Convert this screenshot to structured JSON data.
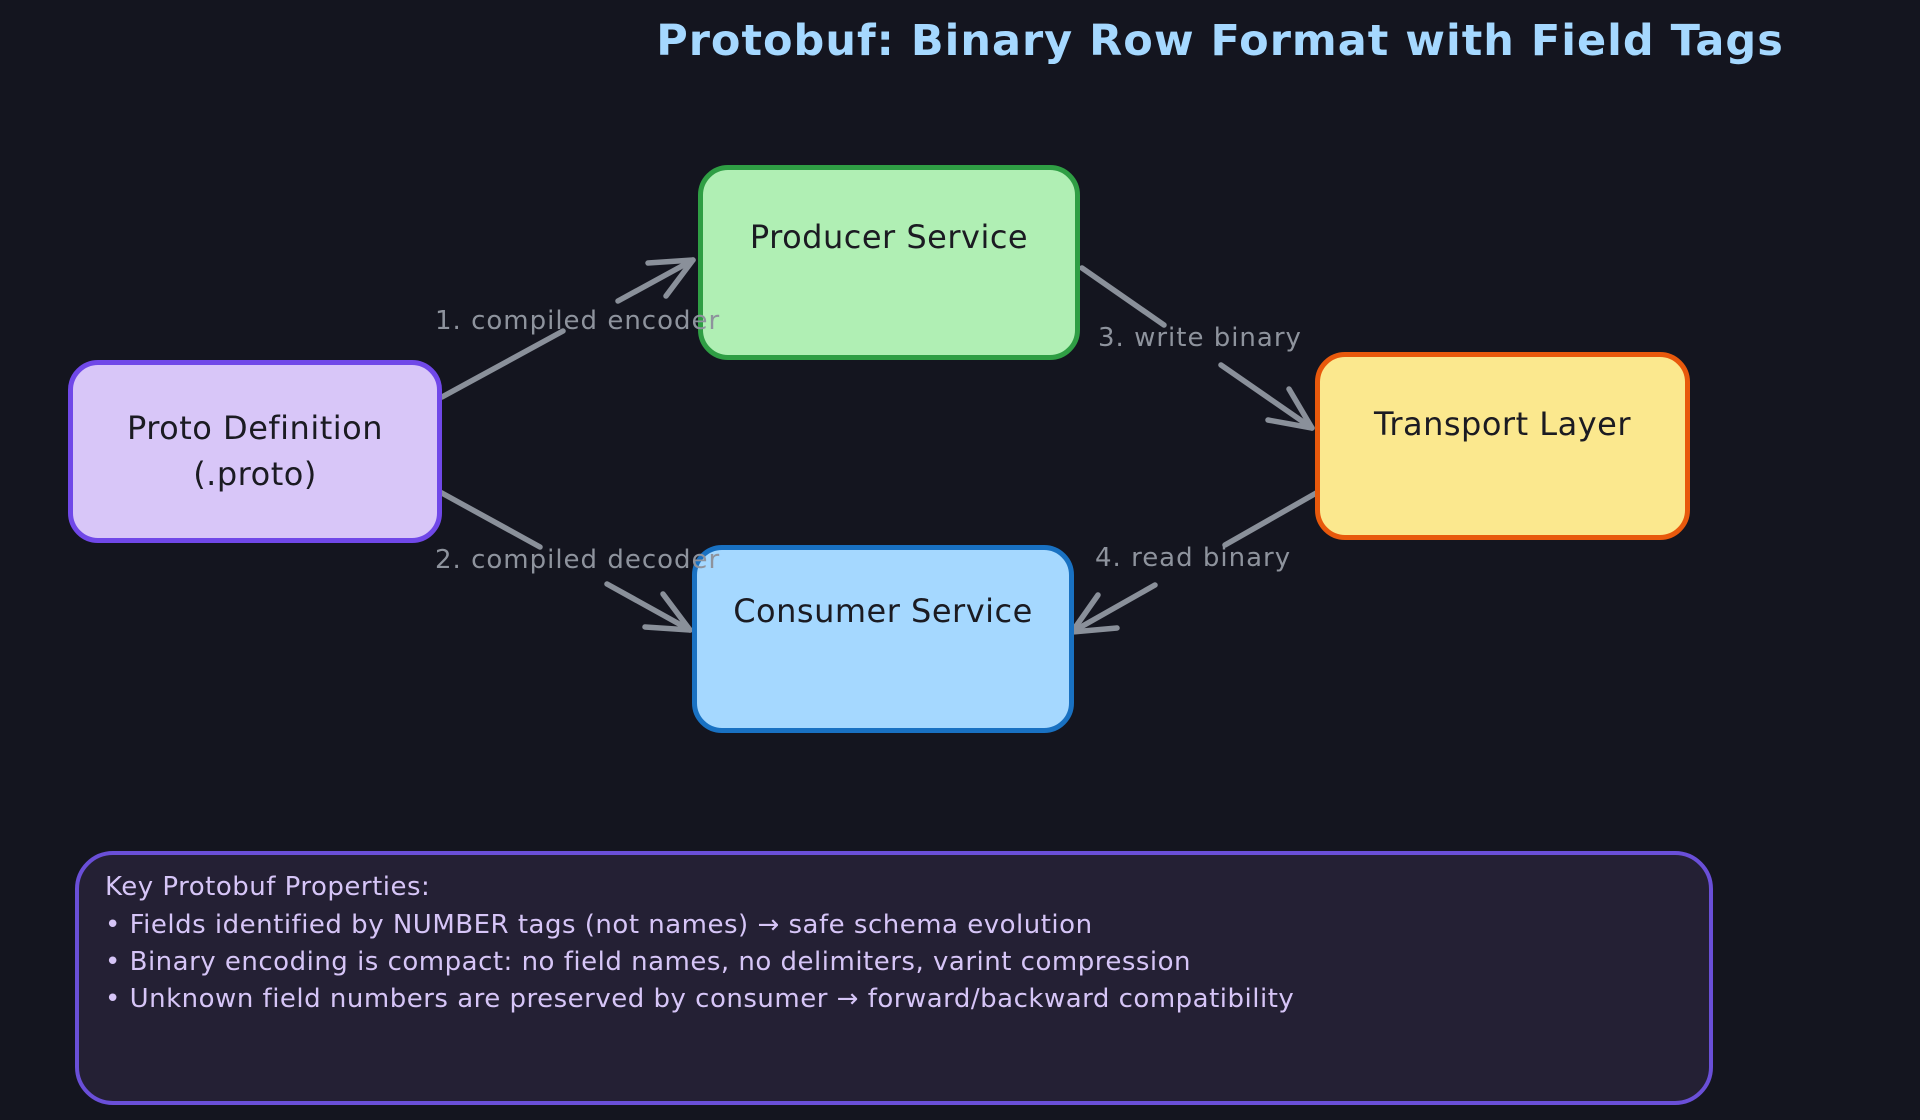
{
  "title": "Protobuf: Binary Row Format with Field Tags",
  "colors": {
    "background": "#14151f",
    "title": "#a5d8ff",
    "arrow": "#8a909a",
    "edge_label": "#8e939d",
    "node_text": "#1b1b22",
    "proto_fill": "#d8c6f8",
    "proto_border": "#7048e8",
    "producer_fill": "#b0efb4",
    "producer_border": "#2f9e44",
    "consumer_fill": "#a5d8ff",
    "consumer_border": "#1971c2",
    "transport_fill": "#fbe88e",
    "transport_border": "#e8590c",
    "notes_fill": "#242034",
    "notes_border": "#6a4fd8",
    "notes_text": "#d6c5f7"
  },
  "nodes": {
    "proto": {
      "label": "Proto Definition",
      "sublabel": "(.proto)"
    },
    "producer": {
      "label": "Producer Service"
    },
    "consumer": {
      "label": "Consumer Service"
    },
    "transport": {
      "label": "Transport Layer"
    }
  },
  "edges": {
    "e1": {
      "label": "1. compiled encoder",
      "from": "proto",
      "to": "producer"
    },
    "e2": {
      "label": "2. compiled decoder",
      "from": "proto",
      "to": "consumer"
    },
    "e3": {
      "label": "3. write binary",
      "from": "producer",
      "to": "transport"
    },
    "e4": {
      "label": "4. read binary",
      "from": "transport",
      "to": "consumer"
    }
  },
  "notes": {
    "heading": "Key Protobuf Properties:",
    "bullets": [
      "• Fields identified by NUMBER tags (not names) → safe schema evolution",
      "• Binary encoding is compact: no field names, no delimiters, varint compression",
      "• Unknown field numbers are preserved by consumer → forward/backward compatibility"
    ]
  }
}
